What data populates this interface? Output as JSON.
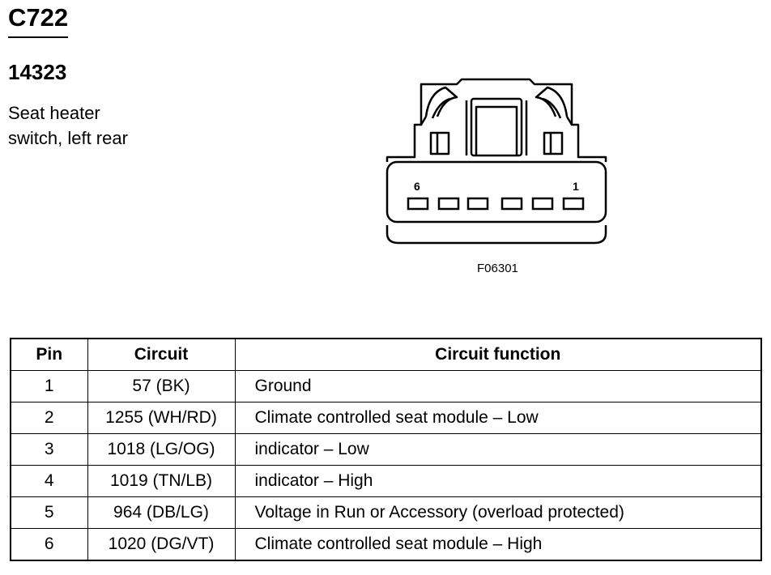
{
  "header": {
    "connector_code": "C722",
    "part_number": "14323",
    "description_lines": [
      "Seat heater",
      "switch, left rear"
    ]
  },
  "figure": {
    "label": "F06301",
    "pin_label_left": "6",
    "pin_label_right": "1"
  },
  "table": {
    "headers": {
      "pin": "Pin",
      "circuit": "Circuit",
      "function": "Circuit function"
    },
    "rows": [
      {
        "pin": "1",
        "circuit": "57 (BK)",
        "function": "Ground"
      },
      {
        "pin": "2",
        "circuit": "1255 (WH/RD)",
        "function": "Climate controlled seat module – Low"
      },
      {
        "pin": "3",
        "circuit": "1018 (LG/OG)",
        "function": "indicator – Low"
      },
      {
        "pin": "4",
        "circuit": "1019 (TN/LB)",
        "function": "indicator – High"
      },
      {
        "pin": "5",
        "circuit": "964 (DB/LG)",
        "function": "Voltage in Run or Accessory (overload protected)"
      },
      {
        "pin": "6",
        "circuit": "1020 (DG/VT)",
        "function": "Climate controlled seat module – High"
      }
    ]
  }
}
